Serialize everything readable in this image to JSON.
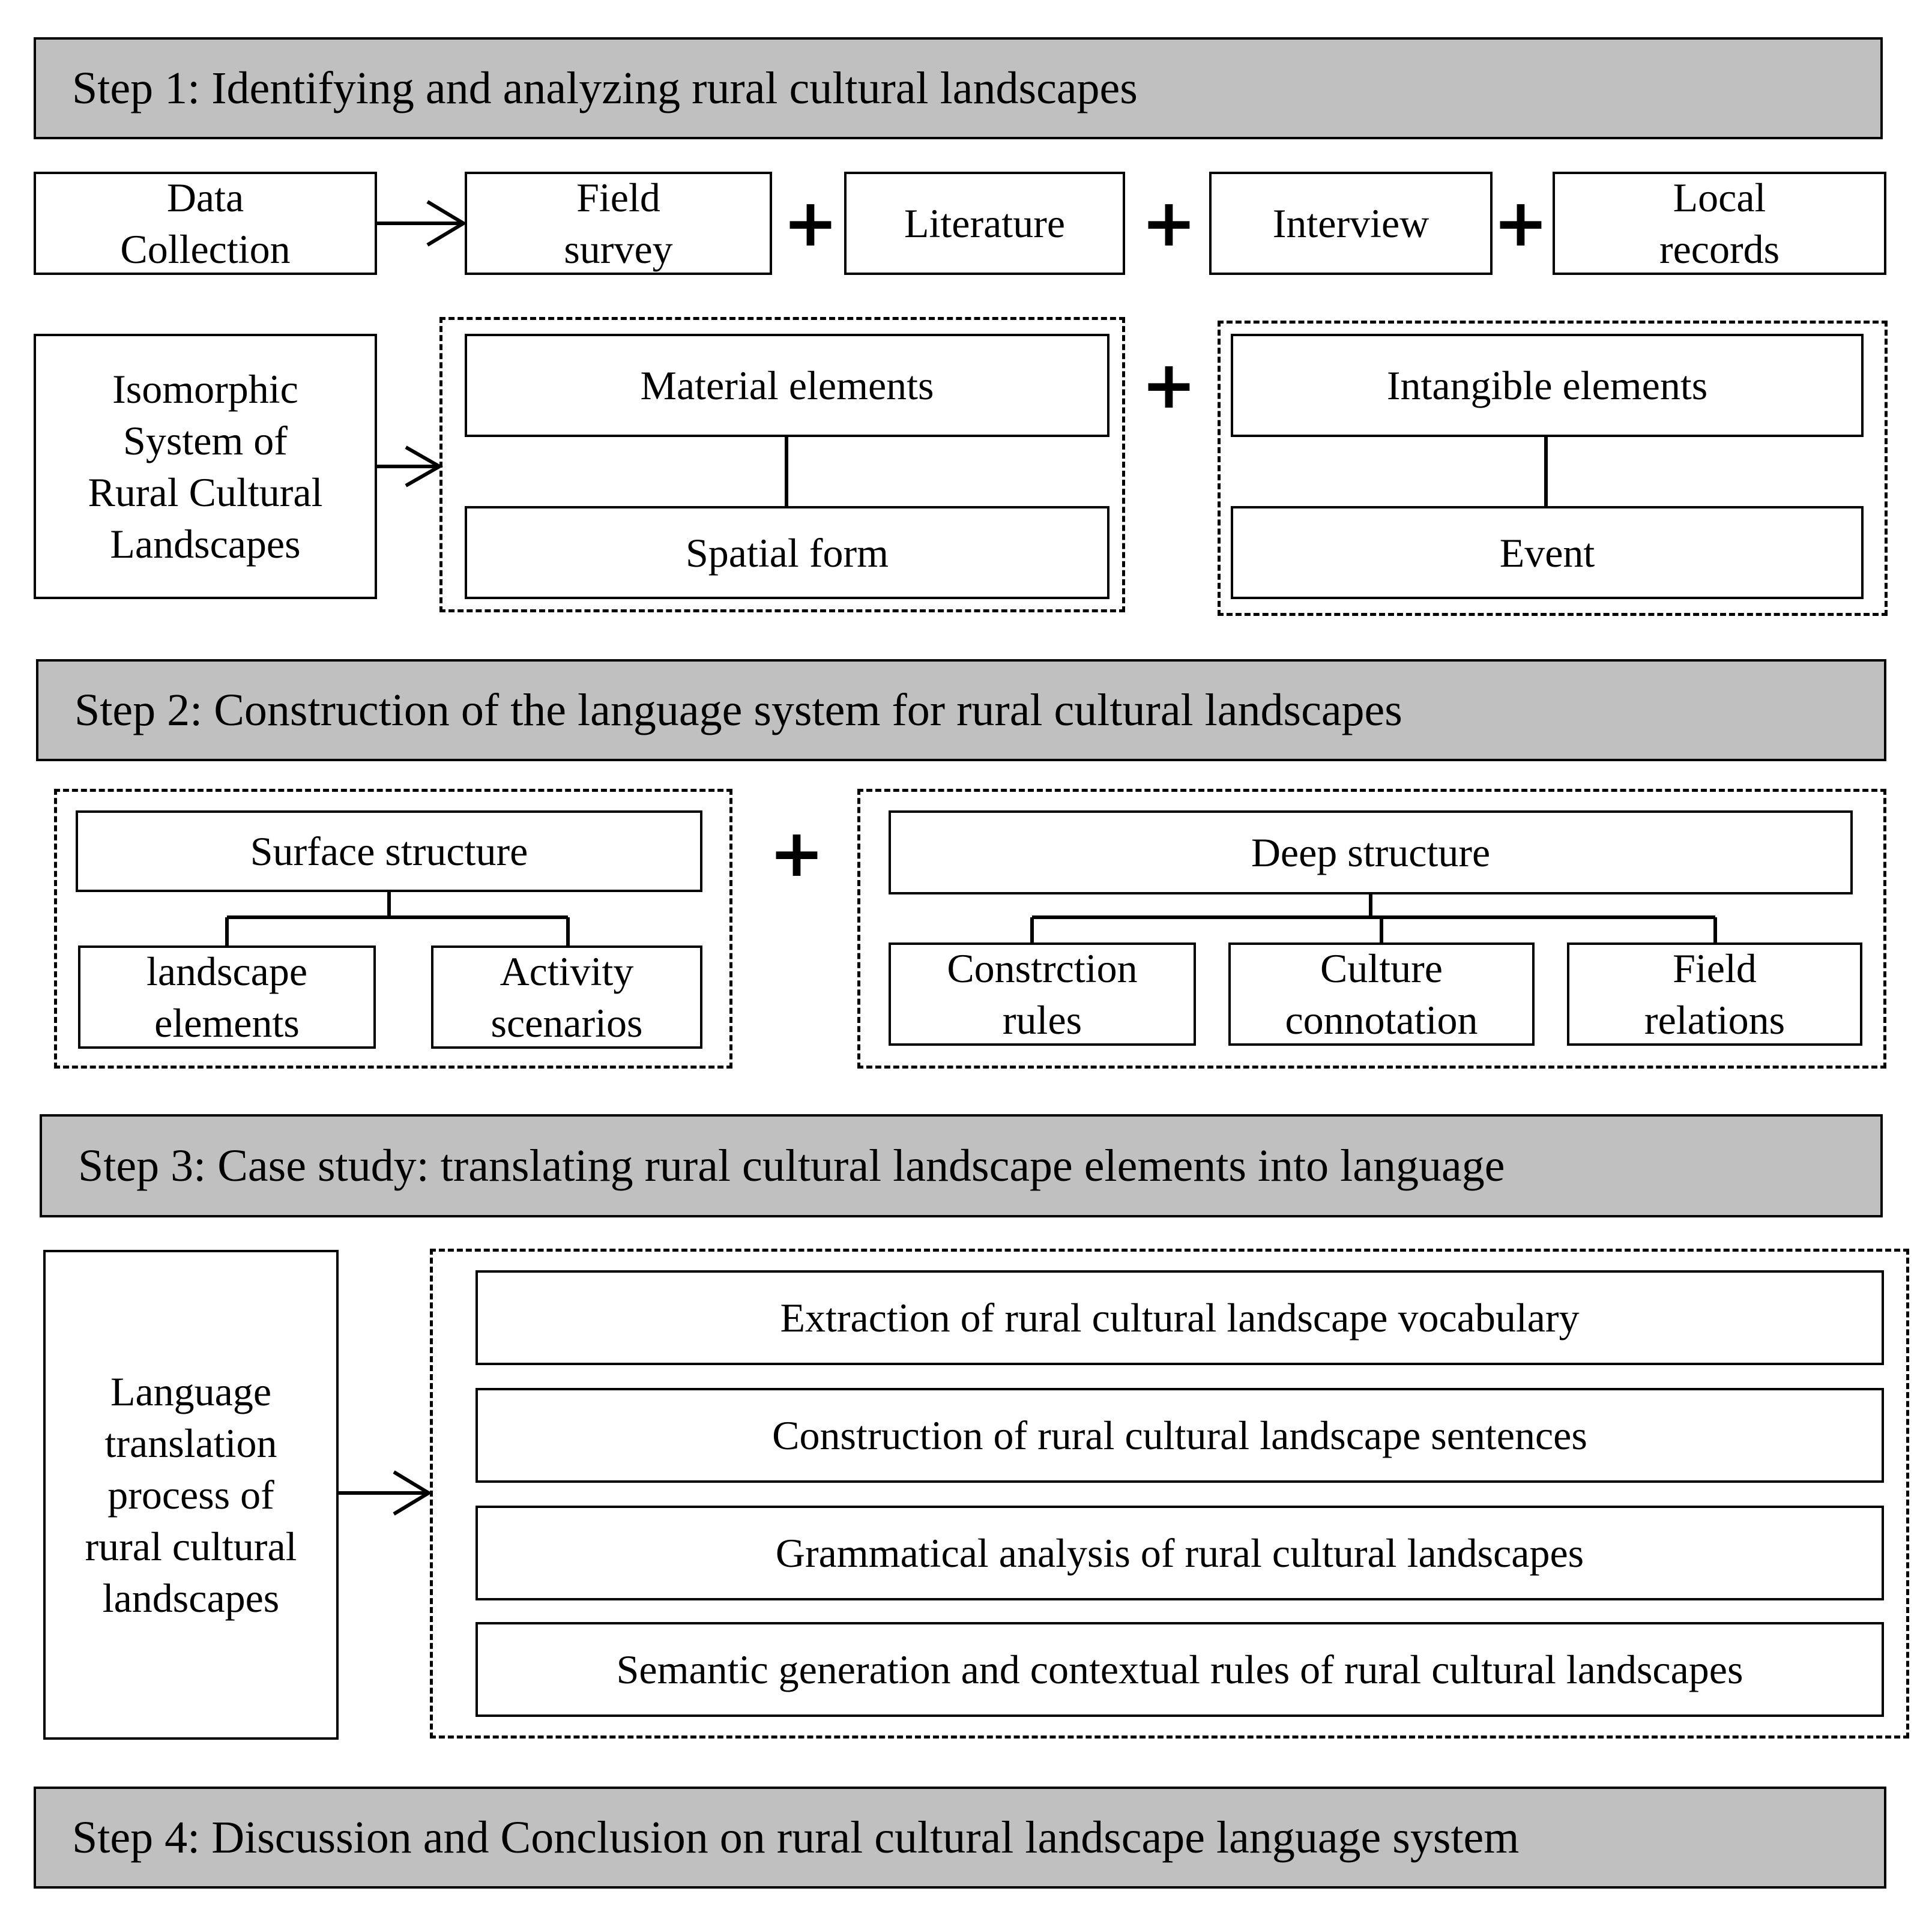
{
  "step1": {
    "title": "Step 1: Identifying and analyzing rural cultural landscapes",
    "data_collection": "Data Collection",
    "sources": [
      "Field survey",
      "Literature",
      "Interview",
      "Local records"
    ],
    "isomorphic": "Isomorphic System of Rural Cultural Landscapes",
    "material": "Material elements",
    "spatial": "Spatial form",
    "intangible": "Intangible elements",
    "event": "Event"
  },
  "step2": {
    "title": "Step 2: Construction of the language system for rural cultural landscapes",
    "surface": "Surface structure",
    "surface_children": [
      "landscape elements",
      "Activity scenarios"
    ],
    "deep": "Deep structure",
    "deep_children": [
      "Constrction rules",
      "Culture connotation",
      "Field relations"
    ]
  },
  "step3": {
    "title": "Step 3: Case study: translating rural cultural landscape elements into language",
    "process": "Language translation process of rural cultural landscapes",
    "items": [
      "Extraction of rural cultural landscape vocabulary",
      "Construction of rural cultural landscape sentences",
      "Grammatical analysis of rural cultural landscapes",
      "Semantic generation and contextual rules of rural cultural landscapes"
    ]
  },
  "step4": {
    "title": "Step 4: Discussion and Conclusion on rural cultural landscape language system"
  },
  "plus_symbol": "+"
}
